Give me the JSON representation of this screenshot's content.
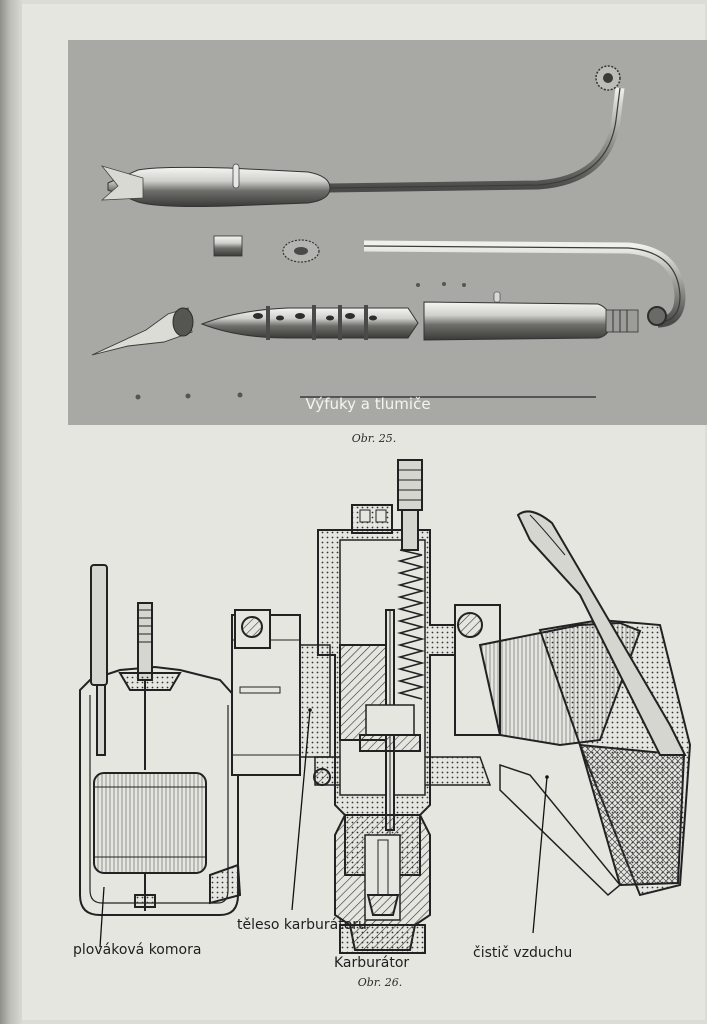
{
  "photo": {
    "caption": "Výfuky a tlumiče"
  },
  "figure_numbers": {
    "fig25": "Obr. 25.",
    "fig26": "Obr. 26."
  },
  "drawing": {
    "title": "Karburátor",
    "labels": {
      "float_chamber": "plováková komora",
      "carburetor_body": "těleso karburátoru",
      "air_cleaner": "čistič vzduchu"
    }
  },
  "colors": {
    "page": "#e6e6e1",
    "photo_background": "#a8a8a4",
    "ink": "#1e1e1e"
  }
}
